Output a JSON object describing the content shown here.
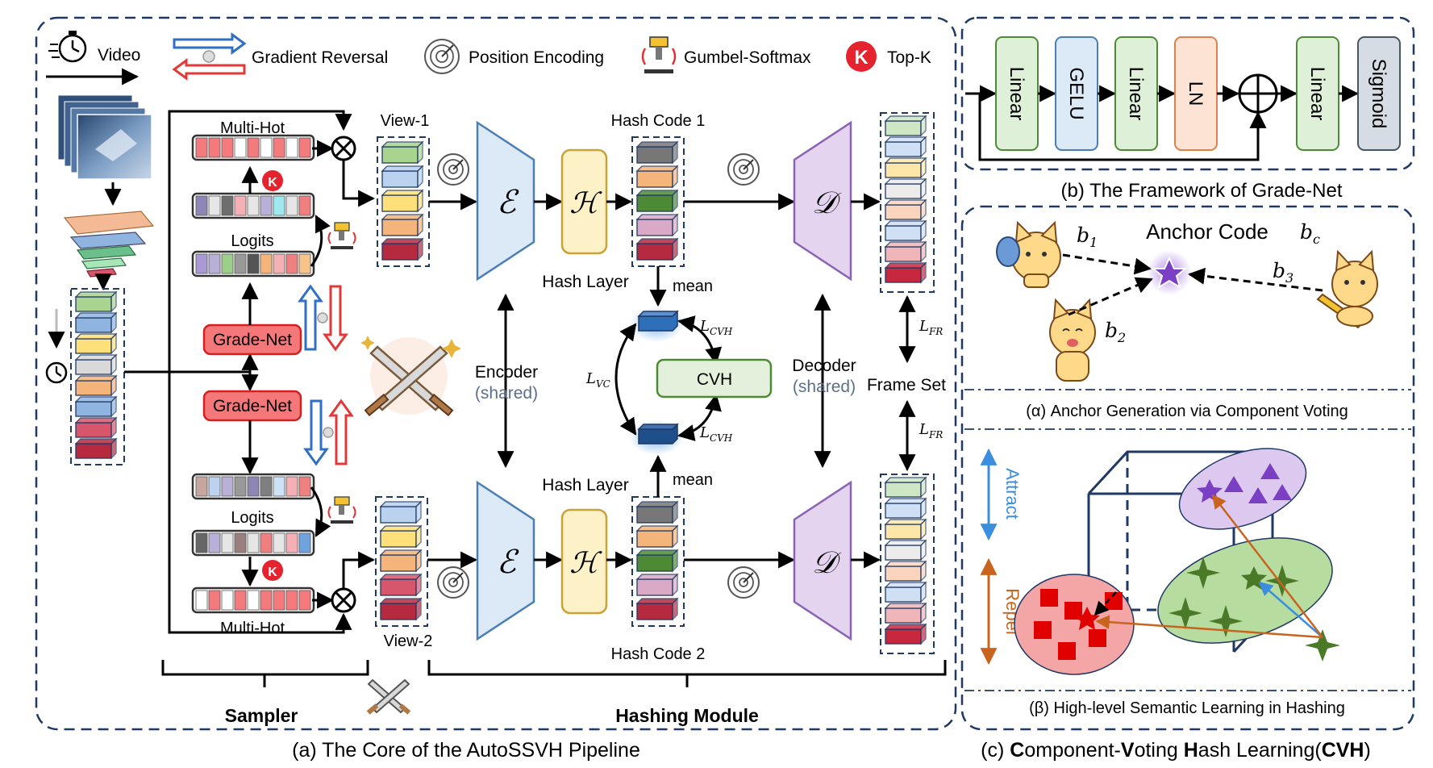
{
  "legend": {
    "video": "Video",
    "gradient_reversal": "Gradient Reversal",
    "position_encoding": "Position Encoding",
    "gumbel_softmax": "Gumbel-Softmax",
    "top_k": "Top-K"
  },
  "sampler": {
    "multi_hot_top": "Multi-Hot",
    "logits_top": "Logits",
    "grade_net_top": "Grade-Net",
    "grade_net_bottom": "Grade-Net",
    "logits_bottom": "Logits",
    "multi_hot_bottom": "Multi-Hot",
    "label": "Sampler"
  },
  "hashing": {
    "view1": "View-1",
    "view2": "View-2",
    "hash_code_1": "Hash Code 1",
    "hash_code_2": "Hash Code 2",
    "hash_layer_top": "Hash Layer",
    "hash_layer_bottom": "Hash Layer",
    "mean_top": "mean",
    "mean_bottom": "mean",
    "encoder": "Encoder",
    "encoder_shared": "(shared)",
    "decoder": "Decoder",
    "decoder_shared": "(shared)",
    "frame_set": "Frame Set",
    "cvh": "CVH",
    "enc_symbol": "ℰ",
    "hash_symbol": "ℋ",
    "dec_symbol": "𝒟",
    "loss_cvh": "L",
    "loss_cvh_sub": "CVH",
    "loss_vc": "L",
    "loss_vc_sub": "VC",
    "loss_fr": "L",
    "loss_fr_sub": "FR",
    "label": "Hashing Module"
  },
  "caption_a": "(a) The Core of the AutoSSVH Pipeline",
  "grade_net_framework": {
    "blocks": [
      "Linear",
      "GELU",
      "Linear",
      "LN",
      "Linear",
      "Sigmoid"
    ],
    "plus": "⊕",
    "caption": "(b) The Framework of Grade-Net"
  },
  "cvh_panel": {
    "anchor_code": "Anchor Code",
    "b1": "b",
    "b1_sub": "1",
    "b2": "b",
    "b2_sub": "2",
    "b3": "b",
    "b3_sub": "3",
    "bc": "b",
    "bc_sub": "c",
    "alpha_caption": "(α) Anchor Generation via Component Voting",
    "attract": "Attract",
    "repel": "Repel",
    "beta_caption": "(β) High-level Semantic Learning in Hashing",
    "caption_parts": [
      "(c) ",
      "C",
      "omponent-",
      "V",
      "oting ",
      "H",
      "ash Learning(",
      "CVH",
      ")"
    ]
  },
  "colors": {
    "dash": "#1f3864",
    "grade_net_fill": "#f4777a",
    "grade_net_stroke": "#d42020",
    "encoder_fill": "#dce9f7",
    "encoder_stroke": "#4a7fb5",
    "hash_fill": "#fdf1c7",
    "hash_stroke": "#c9a33a",
    "decoder_fill": "#e4d4ef",
    "decoder_stroke": "#8a63b3",
    "cvh_fill": "#e3f0dc",
    "cvh_stroke": "#4e8a36",
    "linear_fill": "#dff0d8",
    "gelu_fill": "#dce9f7",
    "ln_fill": "#fde3d4",
    "sigmoid_fill": "#d6dce4"
  }
}
